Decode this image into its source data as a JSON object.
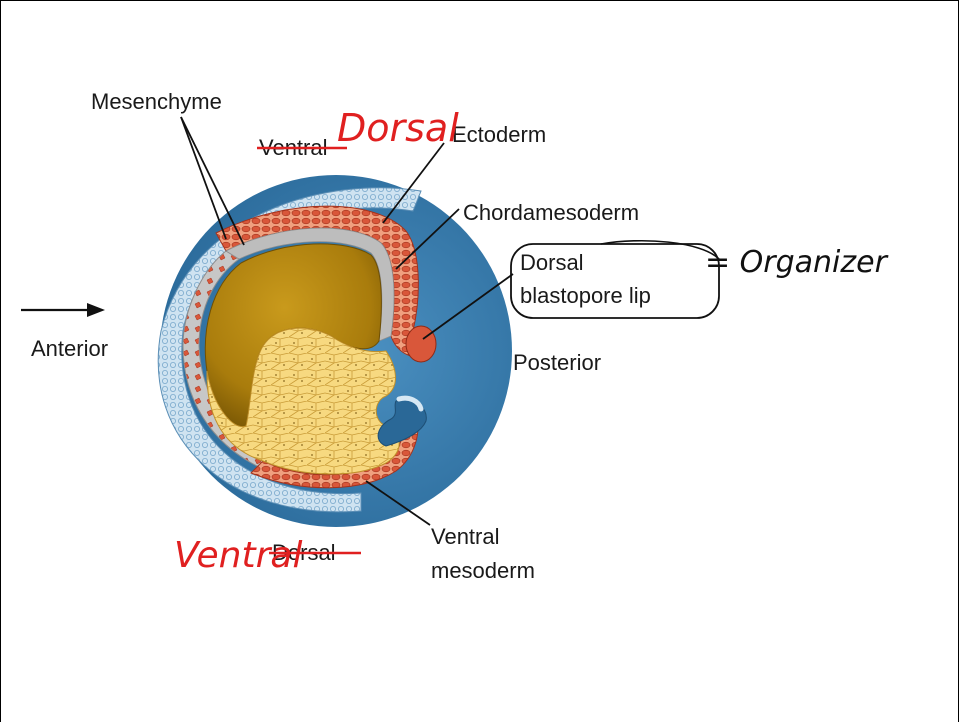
{
  "labels": {
    "mesenchyme": "Mesenchyme",
    "ventral_struck": "Ventral",
    "ectoderm": "Ectoderm",
    "chordamesoderm": "Chordamesoderm",
    "dorsal_lip_line1": "Dorsal",
    "dorsal_lip_line2": "blastopore lip",
    "anterior": "Anterior",
    "posterior": "Posterior",
    "dorsal_struck": "Dorsal",
    "ventral_mesoderm_line1": "Ventral",
    "ventral_mesoderm_line2": "mesoderm"
  },
  "annotations": {
    "dorsal_handwritten": "Dorsal",
    "ventral_handwritten": "Ventral",
    "organizer_handwritten": "= Organizer"
  },
  "colors": {
    "annotation_red": "#e02020",
    "outer_blue": "#3b7fb0",
    "ectoderm_light": "#d6e8f4",
    "mesoderm_red": "#d9573a",
    "yolk_cells": "#f6d47a",
    "blastocoel_gold": "#b98a12"
  }
}
